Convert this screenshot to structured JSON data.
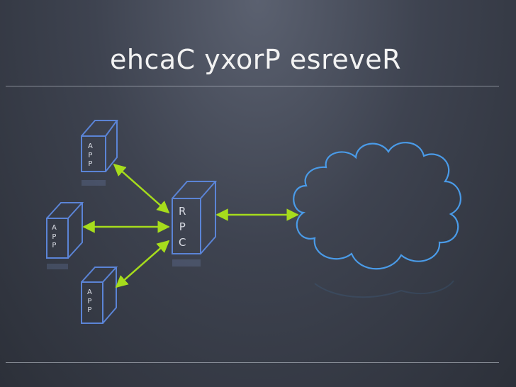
{
  "slide": {
    "title": "ehcaC yxorP esreveR"
  },
  "nodes": {
    "app_top": [
      "A",
      "P",
      "P"
    ],
    "app_middle": [
      "A",
      "P",
      "P"
    ],
    "app_bottom": [
      "A",
      "P",
      "P"
    ],
    "rpc": [
      "R",
      "P",
      "C"
    ]
  },
  "colors": {
    "server_stroke": "#5b84d6",
    "arrow": "#a6dc1c",
    "cloud_stroke": "#4a9be8"
  }
}
